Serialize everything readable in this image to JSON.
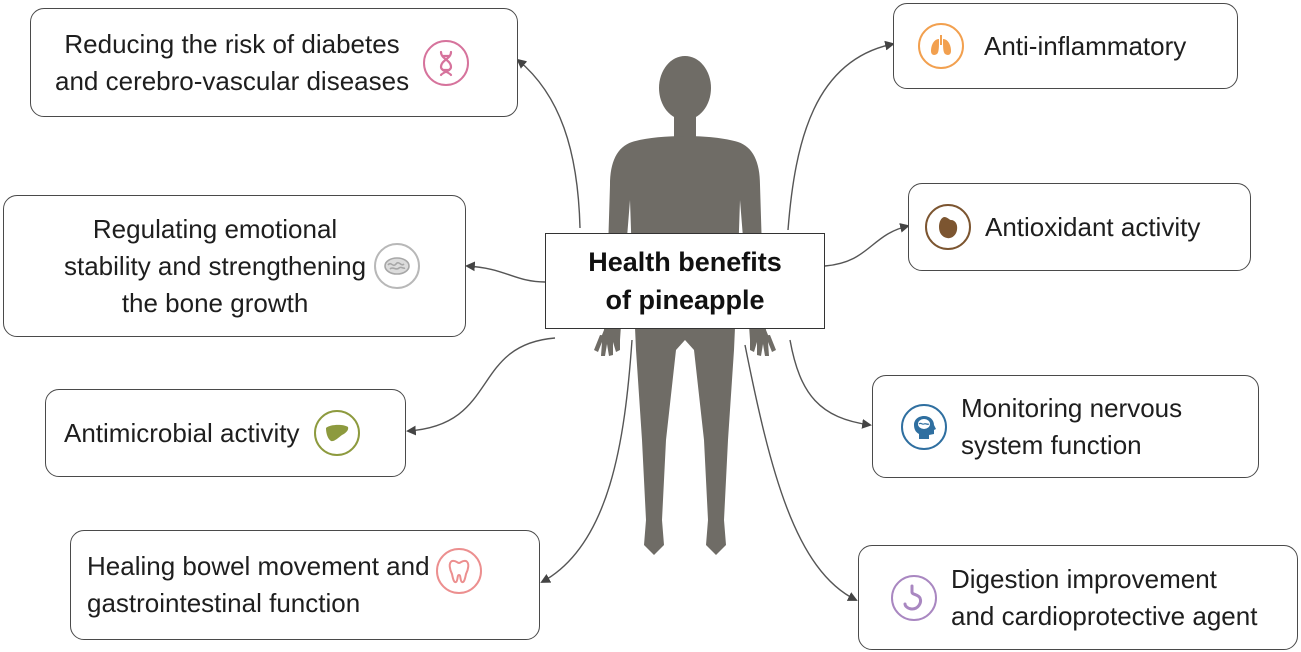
{
  "title": "Health benefits\nof pineapple",
  "colors": {
    "silhouette": "#6f6c66",
    "border": "#4a4a4a",
    "arrow": "#555555"
  },
  "benefits": [
    {
      "id": "diabetes",
      "text": "Reducing the risk of diabetes\nand cerebro-vascular diseases",
      "icon": "dna-icon",
      "icon_color": "#d6739c"
    },
    {
      "id": "emotional",
      "text": "Regulating emotional\nstability and strengthening\nthe bone growth",
      "icon": "brain-icon",
      "icon_color": "#a7a7a7"
    },
    {
      "id": "antimicrobial",
      "text": "Antimicrobial activity",
      "icon": "liver-icon",
      "icon_color": "#8d9a3e"
    },
    {
      "id": "bowel",
      "text": "Healing bowel movement and\ngastrointestinal function",
      "icon": "tooth-icon",
      "icon_color": "#ec8f8f"
    },
    {
      "id": "anti-inflammatory",
      "text": "Anti-inflammatory",
      "icon": "lungs-icon",
      "icon_color": "#f2a04f"
    },
    {
      "id": "antioxidant",
      "text": "Antioxidant activity",
      "icon": "heart-icon",
      "icon_color": "#7c5530"
    },
    {
      "id": "nervous",
      "text": "Monitoring nervous\nsystem function",
      "icon": "head-brain-icon",
      "icon_color": "#2f6fa0"
    },
    {
      "id": "digestion",
      "text": "Digestion improvement\nand cardioprotective agent",
      "icon": "stomach-icon",
      "icon_color": "#a987c1"
    }
  ]
}
